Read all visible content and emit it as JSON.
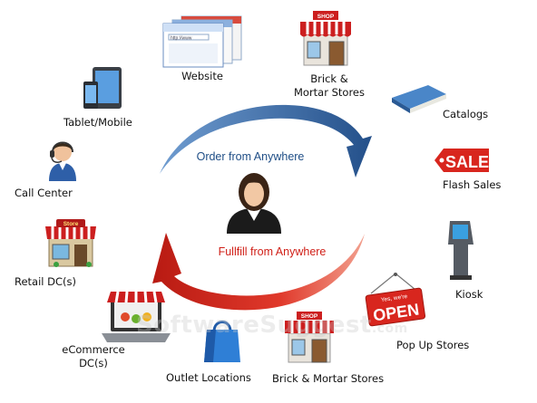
{
  "center": {
    "order_text": "Order from Anywhere",
    "fulfill_text": "Fullfill from Anywhere"
  },
  "channels": {
    "website": "Website",
    "brick_top_line1": "Brick &",
    "brick_top_line2": "Mortar Stores",
    "catalogs": "Catalogs",
    "flash_sales": "Flash Sales",
    "kiosk": "Kiosk",
    "popup": "Pop Up Stores",
    "brick_bottom": "Brick & Mortar Stores",
    "outlet": "Outlet Locations",
    "ecommerce_line1": "eCommerce",
    "ecommerce_line2": "DC(s)",
    "retail_dc": "Retail DC(s)",
    "call_center": "Call Center",
    "tablet": "Tablet/Mobile"
  },
  "signs": {
    "shop": "SHOP",
    "sale": "SALE",
    "open_small": "Yes, we're",
    "open_big": "OPEN",
    "store": "Store",
    "url": "http://www"
  },
  "watermark": {
    "main": "SoftwareSuggest",
    "suffix": ".com"
  },
  "colors": {
    "blue_arrow": "#2f5f97",
    "red_arrow": "#d8261e",
    "order_text": "#1f4e86",
    "fulfill_text": "#d01f17",
    "awning_red": "#cc1f1f"
  }
}
